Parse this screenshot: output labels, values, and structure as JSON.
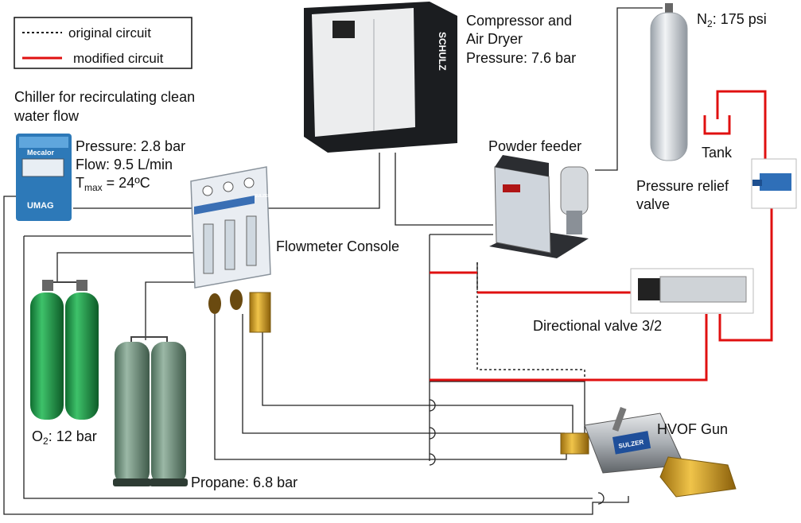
{
  "legend": {
    "original": "original circuit",
    "modified": "modified circuit"
  },
  "colors": {
    "original_line": "#111111",
    "modified_line": "#e01010",
    "oxygen_cylinder": "#1d9a46",
    "propane_cylinder": "#6e8f7c",
    "brass": "#d9a520",
    "machine_gray": "#cfd2d6"
  },
  "labels": {
    "compressor_line1": "Compressor and",
    "compressor_line2": "Air Dryer",
    "compressor_pressure": "Pressure: 7.6 bar",
    "n2_sym": "N",
    "n2_sub": "2",
    "n2_value": ": 175 psi",
    "chiller_line1": "Chiller for recirculating clean",
    "chiller_line2": "water flow",
    "chiller_pressure": "Pressure: 2.8 bar",
    "chiller_flow": "Flow: 9.5 L/min",
    "tmax_t": "T",
    "tmax_sub": "max",
    "tmax_value": " = 24ºC",
    "powder_feeder": "Powder feeder",
    "tank": "Tank",
    "relief_line1": "Pressure relief",
    "relief_line2": "valve",
    "flowmeter": "Flowmeter Console",
    "directional": "Directional valve 3/2",
    "o2_sym": "O",
    "o2_sub": "2",
    "o2_value": ": 12 bar",
    "propane": "Propane: 6.8 bar",
    "hvof": "HVOF Gun"
  },
  "device_text": {
    "chiller_brand_top": "Mecalor",
    "chiller_brand_bottom": "UMAG",
    "compressor_brand": "SCHULZ",
    "console_brand": "SULZER",
    "gun_brand": "SULZER"
  }
}
